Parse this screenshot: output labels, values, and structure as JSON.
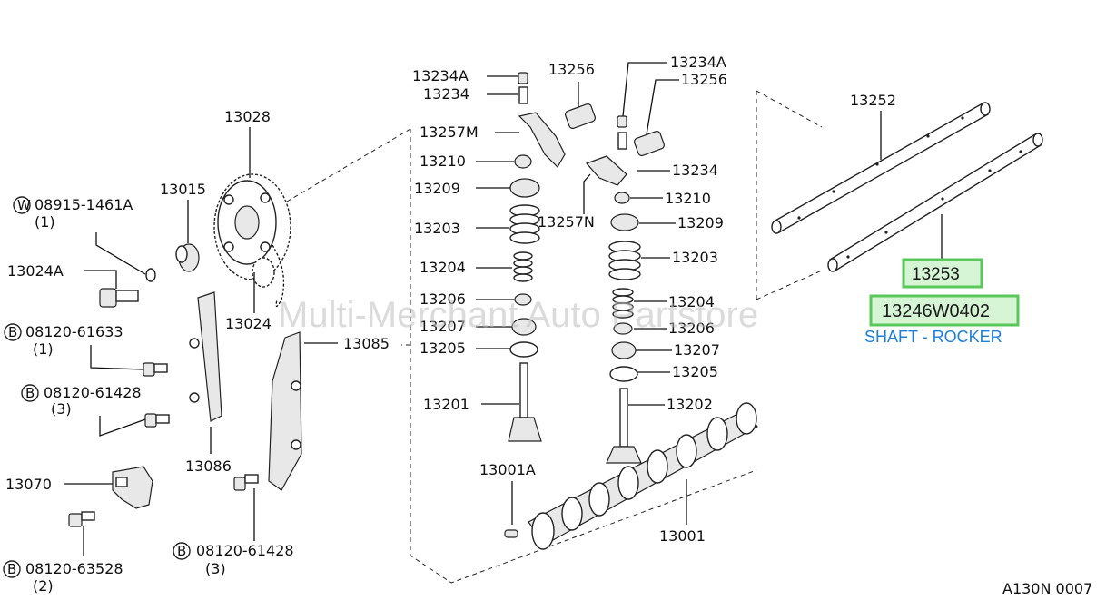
{
  "labels": {
    "p13028": "13028",
    "p13015": "13015",
    "w08915": "08915-1461A",
    "w08915_qty": "(1)",
    "p13024A": "13024A",
    "b61633": "08120-61633",
    "b61633_qty": "(1)",
    "b61428a": "08120-61428",
    "b61428a_qty": "(3)",
    "p13024": "13024",
    "p13085": "13085",
    "p13086": "13086",
    "p13070": "13070",
    "b63528": "08120-63528",
    "b63528_qty": "(2)",
    "b61428b": "08120-61428",
    "b61428b_qty": "(3)",
    "p13234A_l": "13234A",
    "p13234_l": "13234",
    "p13256_l": "13256",
    "p13257M": "13257M",
    "p13210_l": "13210",
    "p13209_l": "13209",
    "p13203_l": "13203",
    "p13257N": "13257N",
    "p13204_l": "13204",
    "p13206_l": "13206",
    "p13207_l": "13207",
    "p13205_l": "13205",
    "p13201": "13201",
    "p13234A_r": "13234A",
    "p13256_r": "13256",
    "p13234_r": "13234",
    "p13210_r": "13210",
    "p13209_r": "13209",
    "p13203_r": "13203",
    "p13204_r": "13204",
    "p13206_r": "13206",
    "p13207_r": "13207",
    "p13205_r": "13205",
    "p13202": "13202",
    "p13001A": "13001A",
    "p13001": "13001",
    "p13252": "13252",
    "p13253": "13253",
    "diagram_code": "A130N 0007",
    "w_mark": "W",
    "b_mark": "B"
  },
  "highlight": {
    "part_number": "13246W0402",
    "part_name": "SHAFT - ROCKER"
  },
  "watermark": "Multi-Merchant Auto Partstore",
  "colors": {
    "highlight_border": "#59c85a",
    "highlight_fill": "#d6f5d4",
    "caption": "#1e7fd6"
  }
}
